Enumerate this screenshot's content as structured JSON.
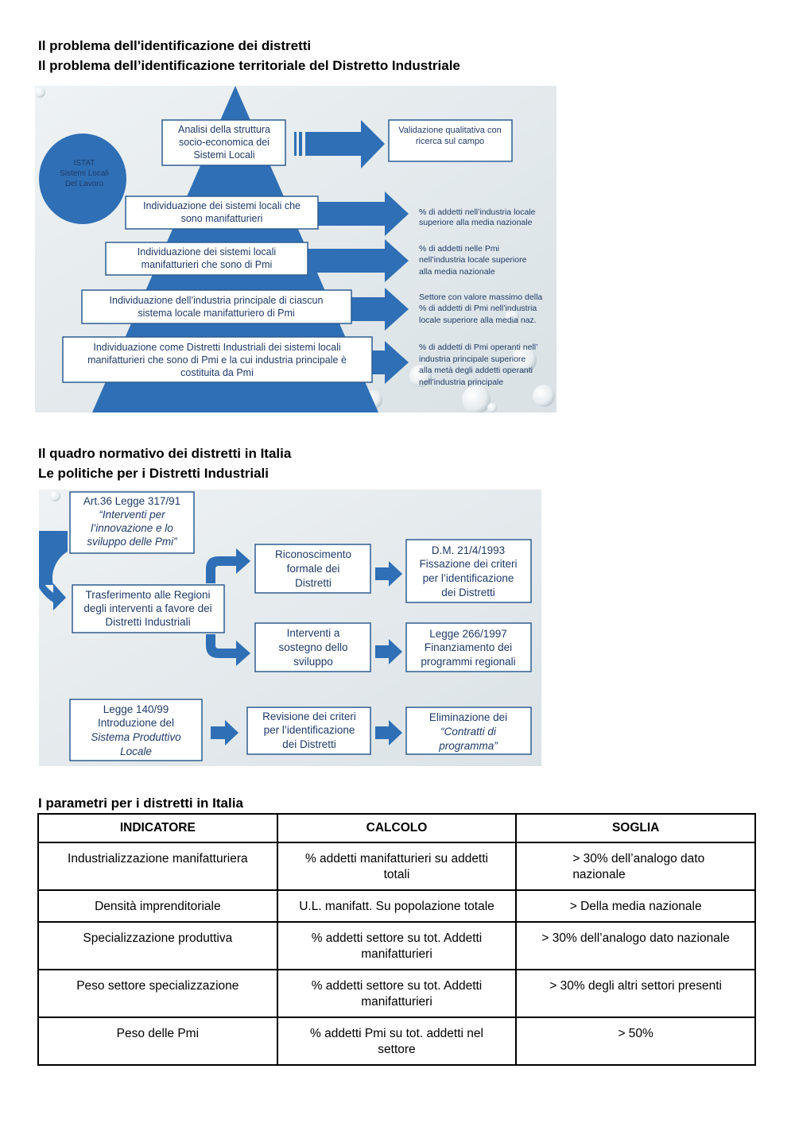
{
  "section1": {
    "heading1": "Il problema dell'identificazione dei distretti",
    "heading2": "Il problema dell’identificazione territoriale del Distretto Industriale",
    "diagram": {
      "circle": [
        "ISTAT",
        "Sistemi Locali",
        "Del Lavoro"
      ],
      "top_box": [
        "Analisi della struttura",
        "socio-economica dei",
        "Sistemi Locali"
      ],
      "validation_box": [
        "Validazione qualitativa con",
        "ricerca sul campo"
      ],
      "steps": [
        {
          "box": [
            "Individuazione dei sistemi locali che",
            "sono manifatturieri"
          ],
          "note": [
            "% di addetti nell’industria locale",
            "superiore alla media nazionale"
          ]
        },
        {
          "box": [
            "Individuazione dei sistemi locali",
            "manifatturieri che sono di Pmi"
          ],
          "note": [
            "% di addetti nelle Pmi",
            "nell’industria locale superiore",
            "alla media nazionale"
          ]
        },
        {
          "box": [
            "Individuazione dell’industria principale di ciascun",
            "sistema locale manifatturiero di Pmi"
          ],
          "note": [
            "Settore con valore massimo della",
            "% di addetti di Pmi nell’industria",
            "locale superiore alla media naz."
          ]
        },
        {
          "box": [
            "Individuazione come Distretti Industriali dei sistemi locali",
            "manifatturieri che sono di Pmi e la cui industria principale è",
            "costituita da Pmi"
          ],
          "note": [
            "% di addetti di Pmi operanti nell’",
            "industria principale superiore",
            "alla metà degli addetti operanti",
            "nell’industria principale"
          ]
        }
      ]
    }
  },
  "section2": {
    "heading1": "Il quadro normativo dei distretti in Italia",
    "heading2": "Le politiche per i Distretti Industriali",
    "diagram": {
      "law_box": [
        "Art.36 Legge 317/91",
        "“Interventi per",
        "l’innovazione e lo",
        "sviluppo delle Pmi”"
      ],
      "transfer_box": [
        "Trasferimento alle Regioni",
        "degli interventi a favore dei",
        "Distretti Industriali"
      ],
      "recognition_box": [
        "Riconoscimento",
        "formale dei",
        "Distretti"
      ],
      "dm_box": [
        "D.M. 21/4/1993",
        "Fissazione dei criteri",
        "per l’identificazione",
        "dei Distretti"
      ],
      "support_box": [
        "Interventi a",
        "sostegno dello",
        "sviluppo"
      ],
      "law266_box": [
        "Legge 266/1997",
        "Finanziamento dei",
        "programmi regionali"
      ],
      "law140_box": [
        "Legge 140/99",
        "Introduzione del",
        "Sistema Produttivo",
        "Locale"
      ],
      "revision_box": [
        "Revisione dei criteri",
        "per l’identificazione",
        "dei Distretti"
      ],
      "elimination_box": [
        "Eliminazione dei",
        "“Contratti di",
        "programma”"
      ]
    }
  },
  "section3": {
    "heading": "I parametri per i distretti in Italia",
    "columns": [
      "INDICATORE",
      "CALCOLO",
      "SOGLIA"
    ],
    "rows": [
      [
        "Industrializzazione manifatturiera",
        "% addetti manifatturieri su addetti totali",
        "> 30% dell’analogo dato nazionale"
      ],
      [
        "Densità imprenditoriale",
        "U.L. manifatt. Su popolazione totale",
        "> Della media nazionale"
      ],
      [
        "Specializzazione produttiva",
        "% addetti settore su tot. Addetti manifatturieri",
        "> 30% dell’analogo dato nazionale"
      ],
      [
        "Peso settore specializzazione",
        "% addetti settore su tot. Addetti manifatturieri",
        "> 30% degli altri settori presenti"
      ],
      [
        "Peso delle Pmi",
        "% addetti Pmi su tot. addetti nel settore",
        "> 50%"
      ]
    ]
  }
}
